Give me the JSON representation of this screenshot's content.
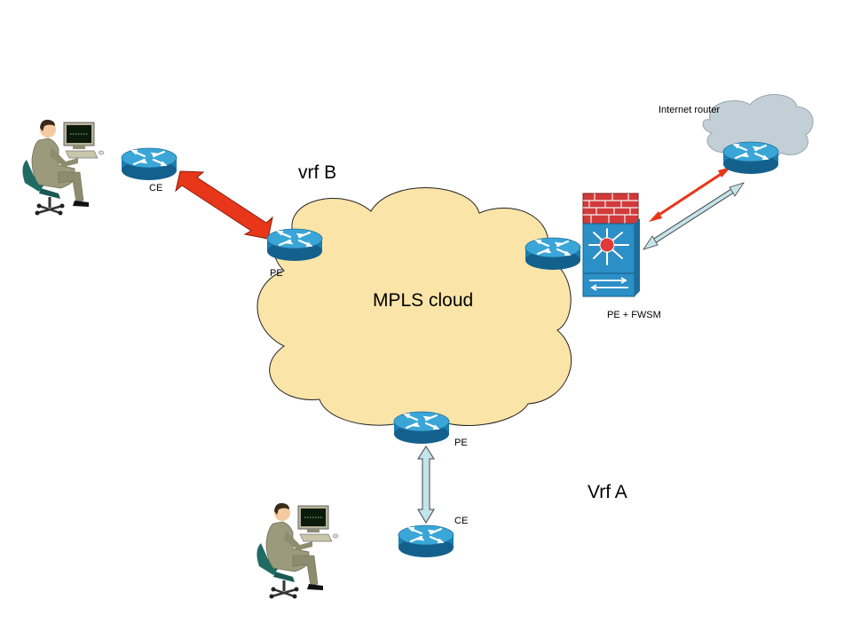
{
  "labels": {
    "ce_top": "CE",
    "pe_left": "PE",
    "vrf_b": "vrf B",
    "mpls_cloud": "MPLS cloud",
    "internet_router": "Internet router",
    "pe_fwsm": "PE + FWSM",
    "pe_bottom": "PE",
    "vrf_a": "Vrf A",
    "ce_bottom": "CE"
  },
  "icons": {
    "router": "router-icon",
    "firewall": "firewall-icon",
    "switch": "multilayer-switch-icon",
    "user": "user-workstation-icon",
    "cloud": "cloud-icon"
  },
  "colors": {
    "mpls_cloud_fill": "#fbe4a8",
    "internet_cloud_fill": "#c3cfd6",
    "router_blue": "#1d8fc4",
    "link_red": "#e8361a",
    "link_lightblue": "#c4e4ec",
    "firewall_red": "#d23a3a"
  }
}
